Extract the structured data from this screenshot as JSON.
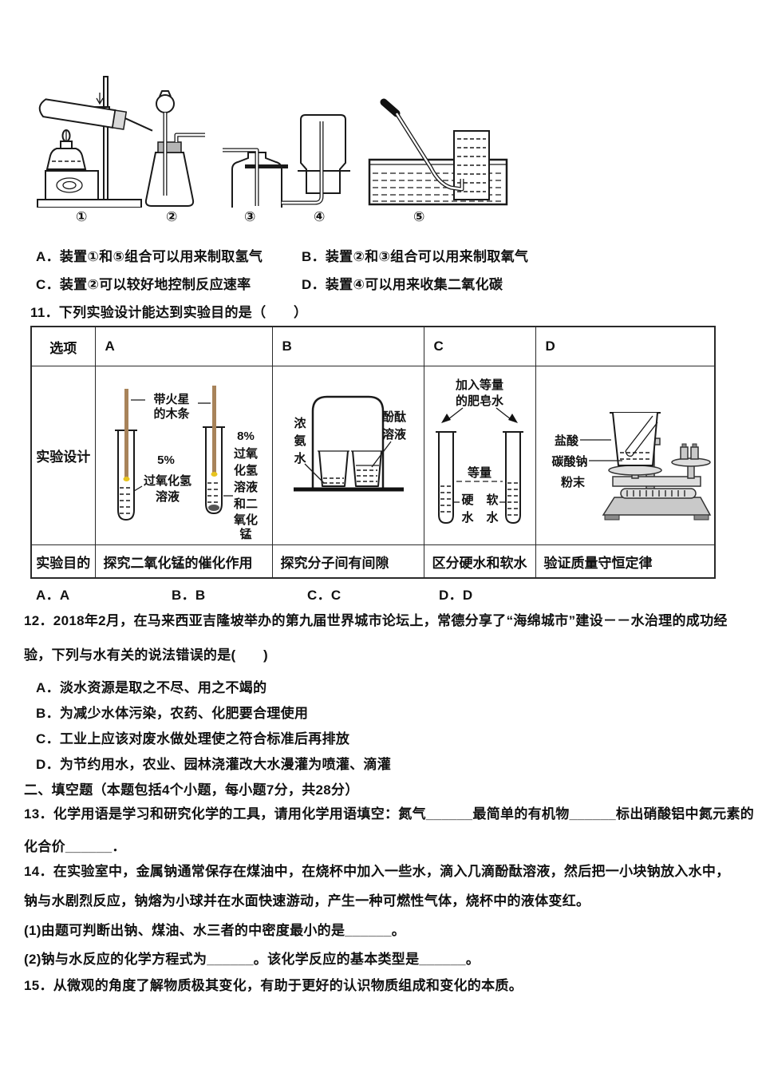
{
  "colors": {
    "splint": "#a8835a",
    "ember": "#e8c41e",
    "ink": "#111111"
  },
  "apparatus": {
    "labels": [
      "①",
      "②",
      "③",
      "④",
      "⑤"
    ]
  },
  "q10_options": {
    "a": "A．装置①和⑤组合可以用来制取氢气",
    "b": "B．装置②和③组合可以用来制取氧气",
    "c": "C．装置②可以较好地控制反应速率",
    "d": "D．装置④可以用来收集二氧化碳"
  },
  "q11": {
    "stem": "11．下列实验设计能达到实验目的是（　　）",
    "table": {
      "header": [
        "选项",
        "A",
        "B",
        "C",
        "D"
      ],
      "design_label": "实验设计",
      "purpose_label": "实验目的",
      "purposes": [
        "探究二氧化锰的催化作用",
        "探究分子间有间隙",
        "区分硬水和软水",
        "验证质量守恒定律"
      ],
      "diagram_a": {
        "splint_line1": "带火星",
        "splint_line2": "的木条",
        "left_pct": "5%",
        "left_line1": "过氧化氢",
        "left_line2": "溶液",
        "right_pct": "8%",
        "right_lines": [
          "过氧",
          "化氢",
          "溶液",
          "和二",
          "氧化",
          "锰"
        ]
      },
      "diagram_b": {
        "left_chars": [
          "浓",
          "氨",
          "水"
        ],
        "right_line1": "酚酞",
        "right_line2": "溶液"
      },
      "diagram_c": {
        "top_line1": "加入等量",
        "top_line2": "的肥皂水",
        "equal_label": "等量",
        "left_char1": "硬",
        "left_char2": "水",
        "right_char1": "软",
        "right_char2": "水"
      },
      "diagram_d": {
        "label1": "盐酸",
        "label2": "碳酸钠",
        "label3": "粉末"
      }
    },
    "answers": {
      "a": "A．A",
      "b": "B．B",
      "c": "C．C",
      "d": "D．D"
    }
  },
  "q12": {
    "stem_line1": "12．2018年2月，在马来西亚吉隆坡举办的第九届世界城市论坛上，常德分享了“海绵城市”建设－－水治理的成功经",
    "stem_line2": "验，下列与水有关的说法错误的是(　　)",
    "option_a": "A．淡水资源是取之不尽、用之不竭的",
    "option_b": "B．为减少水体污染，农药、化肥要合理使用",
    "option_c": "C．工业上应该对废水做处理使之符合标准后再排放",
    "option_d": "D．为节约用水，农业、园林浇灌改大水漫灌为喷灌、滴灌"
  },
  "section2": "二、填空题（本题包括4个小题，每小题7分，共28分）",
  "q13": {
    "line1": "13．化学用语是学习和研究化学的工具，请用化学用语填空：氮气______最简单的有机物______标出硝酸铝中氮元素的",
    "line2": "化合价______．"
  },
  "q14": {
    "line1": "14．在实验室中，金属钠通常保存在煤油中，在烧杯中加入一些水，滴入几滴酚酞溶液，然后把一小块钠放入水中，",
    "line2": "钠与水剧烈反应，钠熔为小球并在水面快速游动，产生一种可燃性气体，烧杯中的液体变红。",
    "sub1": "(1)由题可判断出钠、煤油、水三者的中密度最小的是______。",
    "sub2": "(2)钠与水反应的化学方程式为______。该化学反应的基本类型是______。"
  },
  "q15": "15．从微观的角度了解物质极其变化，有助于更好的认识物质组成和变化的本质。"
}
